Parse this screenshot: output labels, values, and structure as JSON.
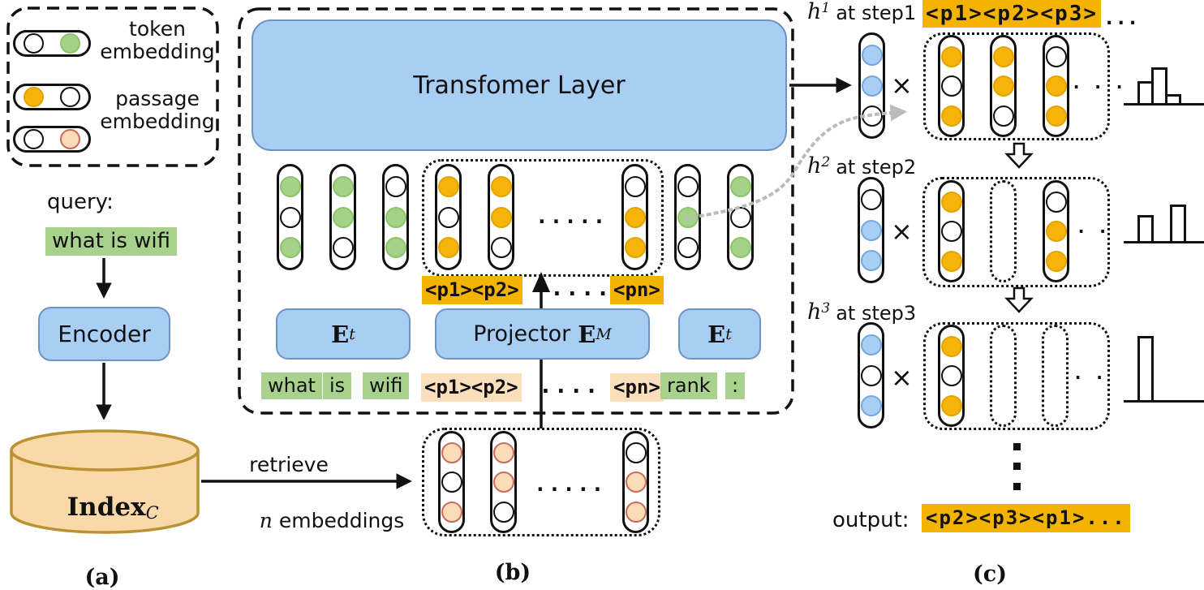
{
  "palette": {
    "w": {
      "fill": "#FFFFFF",
      "stroke": "#111111"
    },
    "g": {
      "fill": "#A5D289",
      "stroke": "#8CC46B"
    },
    "o": {
      "fill": "#F6B40A",
      "stroke": "#E3A300"
    },
    "p": {
      "fill": "#FBDCB9",
      "stroke": "#C96A5B"
    },
    "b": {
      "fill": "#A9CEF4",
      "stroke": "#74A7E0"
    }
  },
  "colors": {
    "box_blue_fill": "#A9CEF4",
    "box_blue_border": "#6F94C4",
    "highlight_green": "#A9D18E",
    "highlight_peach": "#FBDFBD",
    "highlight_orange": "#F5B301",
    "cylinder_fill": "#FAD9A9",
    "cylinder_border": "#BC9133",
    "gray_dotted_arrow": "#BBBBBB"
  },
  "legend": {
    "token_pill": [
      "w",
      "g"
    ],
    "token_label": "token embedding",
    "passage_pill_top": [
      "o",
      "w"
    ],
    "passage_pill_bottom": [
      "w",
      "p"
    ],
    "passage_label": "passage embedding"
  },
  "panel_a": {
    "query_label": "query:",
    "query_text": "what is wifi",
    "encoder_label": "Encoder",
    "index_word": "Index",
    "index_subscript": "C",
    "retrieve_label": "retrieve",
    "retrieve_n": "n",
    "retrieve_rest": " embeddings",
    "caption": "(a)"
  },
  "panel_b": {
    "transformer_label": "Transfomer Layer",
    "columns": [
      [
        "g",
        "w",
        "g"
      ],
      [
        "g",
        "g",
        "w"
      ],
      [
        "w",
        "g",
        "g"
      ],
      [
        "o",
        "w",
        "o"
      ],
      [
        "o",
        "o",
        "w"
      ],
      [
        "w",
        "o",
        "o"
      ],
      [
        "w",
        "g",
        "w"
      ],
      [
        "g",
        "w",
        "g"
      ]
    ],
    "mid_dots": ".....",
    "p_tag_left": "<p1><p2>",
    "p_tag_dots": "....",
    "p_tag_right": "<pn>",
    "embedding_boxes": {
      "et_word": "E",
      "et_sub": "t",
      "projector_word": "Projector",
      "projector_e": "E",
      "projector_sub": "M"
    },
    "input_tokens": {
      "t1": "what",
      "t2": "is",
      "t3": "wifi",
      "t4": "<p1><p2>",
      "dots": "....",
      "t5": "<pn>",
      "t6": "rank",
      "t7": ":"
    },
    "caption": "(b)"
  },
  "retrieved_embeddings": {
    "columns": [
      [
        "p",
        "w",
        "p"
      ],
      [
        "p",
        "p",
        "w"
      ],
      [
        "w",
        "p",
        "p"
      ]
    ],
    "dots": "....."
  },
  "panel_c": {
    "times": "×",
    "steps": [
      {
        "h_word": "h",
        "h_sub": "1",
        "at_label": "at step1",
        "header_tokens": "<p1><p2><p3>",
        "header_dots": "...",
        "query_vector": [
          "b",
          "b",
          "w"
        ],
        "passages": [
          {
            "style": "solid",
            "cells": [
              "o",
              "w",
              "o"
            ]
          },
          {
            "style": "solid",
            "cells": [
              "o",
              "o",
              "w"
            ]
          },
          {
            "style": "solid",
            "cells": [
              "w",
              "o",
              "o"
            ]
          }
        ],
        "box_dots": ". . .",
        "hist": {
          "values": [
            27,
            44,
            11
          ],
          "adjacent": true
        }
      },
      {
        "h_word": "h",
        "h_sub": "2",
        "at_label": "at step2",
        "query_vector": [
          "w",
          "b",
          "b"
        ],
        "passages": [
          {
            "style": "solid",
            "cells": [
              "o",
              "w",
              "o"
            ]
          },
          {
            "style": "dotted",
            "cells": []
          },
          {
            "style": "solid",
            "cells": [
              "w",
              "o",
              "o"
            ]
          }
        ],
        "box_dots": ". .",
        "hist": {
          "values": [
            32,
            45
          ],
          "adjacent": false
        }
      },
      {
        "h_word": "h",
        "h_sub": "3",
        "at_label": "at step3",
        "query_vector": [
          "b",
          "w",
          "b"
        ],
        "passages": [
          {
            "style": "solid",
            "cells": [
              "o",
              "w",
              "o"
            ]
          },
          {
            "style": "dotted",
            "cells": []
          },
          {
            "style": "dotted",
            "cells": []
          }
        ],
        "box_dots": ". .",
        "hist": {
          "values": [
            79
          ],
          "adjacent": false
        }
      }
    ],
    "vertical_ellipsis": "⋮",
    "output_label": "output:",
    "output_tokens": "<p2><p3><p1>...",
    "caption": "(c)"
  }
}
